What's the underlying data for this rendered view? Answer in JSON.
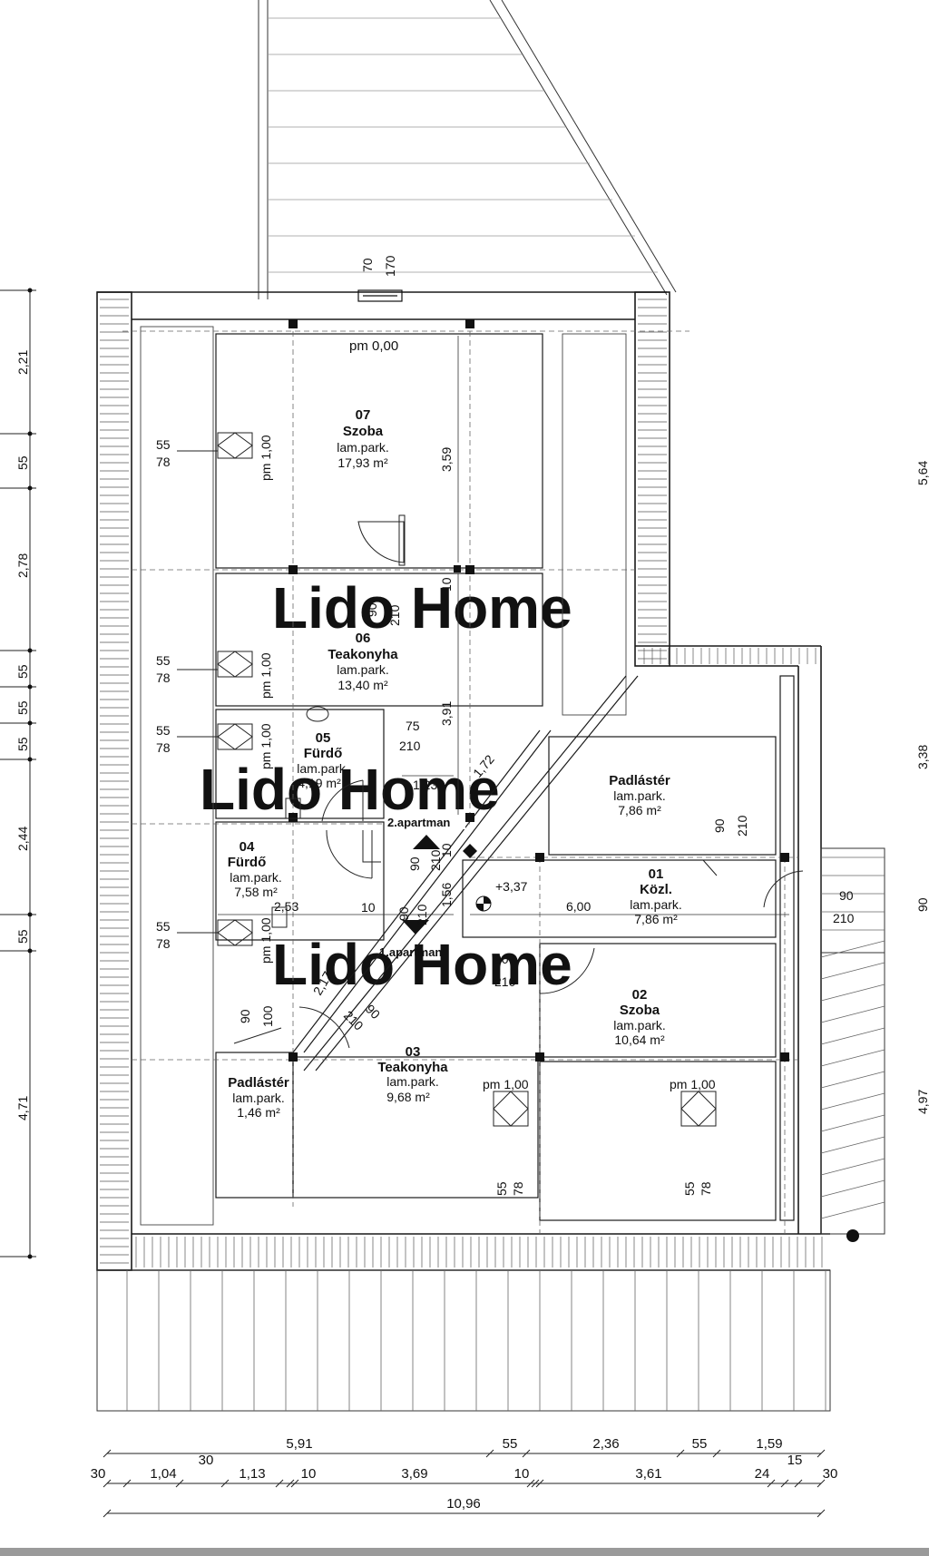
{
  "watermark": "Lido Home",
  "top_level": "pm 0,00",
  "top_dims": [
    "70",
    "170"
  ],
  "rooms": [
    {
      "id": "room-07",
      "number": "07",
      "name": "Szoba",
      "floor": "lam.park.",
      "area": "17,93 m²"
    },
    {
      "id": "room-06",
      "number": "06",
      "name": "Teakonyha",
      "floor": "lam.park.",
      "area": "13,40 m²"
    },
    {
      "id": "room-05",
      "number": "05",
      "name": "Fürdő",
      "floor": "lam.park.",
      "area": "4,19 m²"
    },
    {
      "id": "room-04",
      "number": "04",
      "name": "Fürdő",
      "floor": "lam.park.",
      "area": "7,58 m²"
    },
    {
      "id": "room-padlaster-right",
      "number": "",
      "name": "Padlástér",
      "floor": "lam.park.",
      "area": "7,86 m²"
    },
    {
      "id": "room-01",
      "number": "01",
      "name": "Közl.",
      "floor": "lam.park.",
      "area": "7,86 m²"
    },
    {
      "id": "room-02",
      "number": "02",
      "name": "Szoba",
      "floor": "lam.park.",
      "area": "10,64 m²"
    },
    {
      "id": "room-03",
      "number": "03",
      "name": "Teakonyha",
      "floor": "lam.park.",
      "area": "9,68 m²"
    },
    {
      "id": "room-padlaster-left",
      "number": "",
      "name": "Padlástér",
      "floor": "lam.park.",
      "area": "1,46 m²"
    }
  ],
  "apartments": [
    "2.apartman",
    "1.apartman"
  ],
  "level_mark": "+3,37",
  "window_labels": {
    "sill": "pm 1,00",
    "w": "55",
    "h": "78",
    "sill_alt": "pm 1,00"
  },
  "door_labels": {
    "d90": "90",
    "d210": "210",
    "d75": "75",
    "d100": "100"
  },
  "interior_dims": {
    "d359": "3,59",
    "d391": "3,91",
    "d172": "1,72",
    "d123": "1,23",
    "d156": "1,56",
    "d253": "2,53",
    "d600": "6,00",
    "d217": "2,17",
    "d10": "10"
  },
  "left_dims": [
    "2,21",
    "55",
    "2,78",
    "55",
    "55",
    "55",
    "2,44",
    "55",
    "4,71"
  ],
  "right_dims": [
    "5,64",
    "3,38",
    "90",
    "4,97"
  ],
  "bottom_row1": [
    "5,91",
    "55",
    "2,36",
    "55",
    "1,59"
  ],
  "bottom_row2": [
    "30",
    "1,04",
    "30",
    "1,13",
    "10",
    "3,69",
    "10",
    "3,61",
    "24",
    "15",
    "30"
  ],
  "bottom_total": "10,96",
  "colors": {
    "line": "#1a1a1a",
    "wall_fill": "#ffffff",
    "watermark": "#e6e6e6"
  }
}
